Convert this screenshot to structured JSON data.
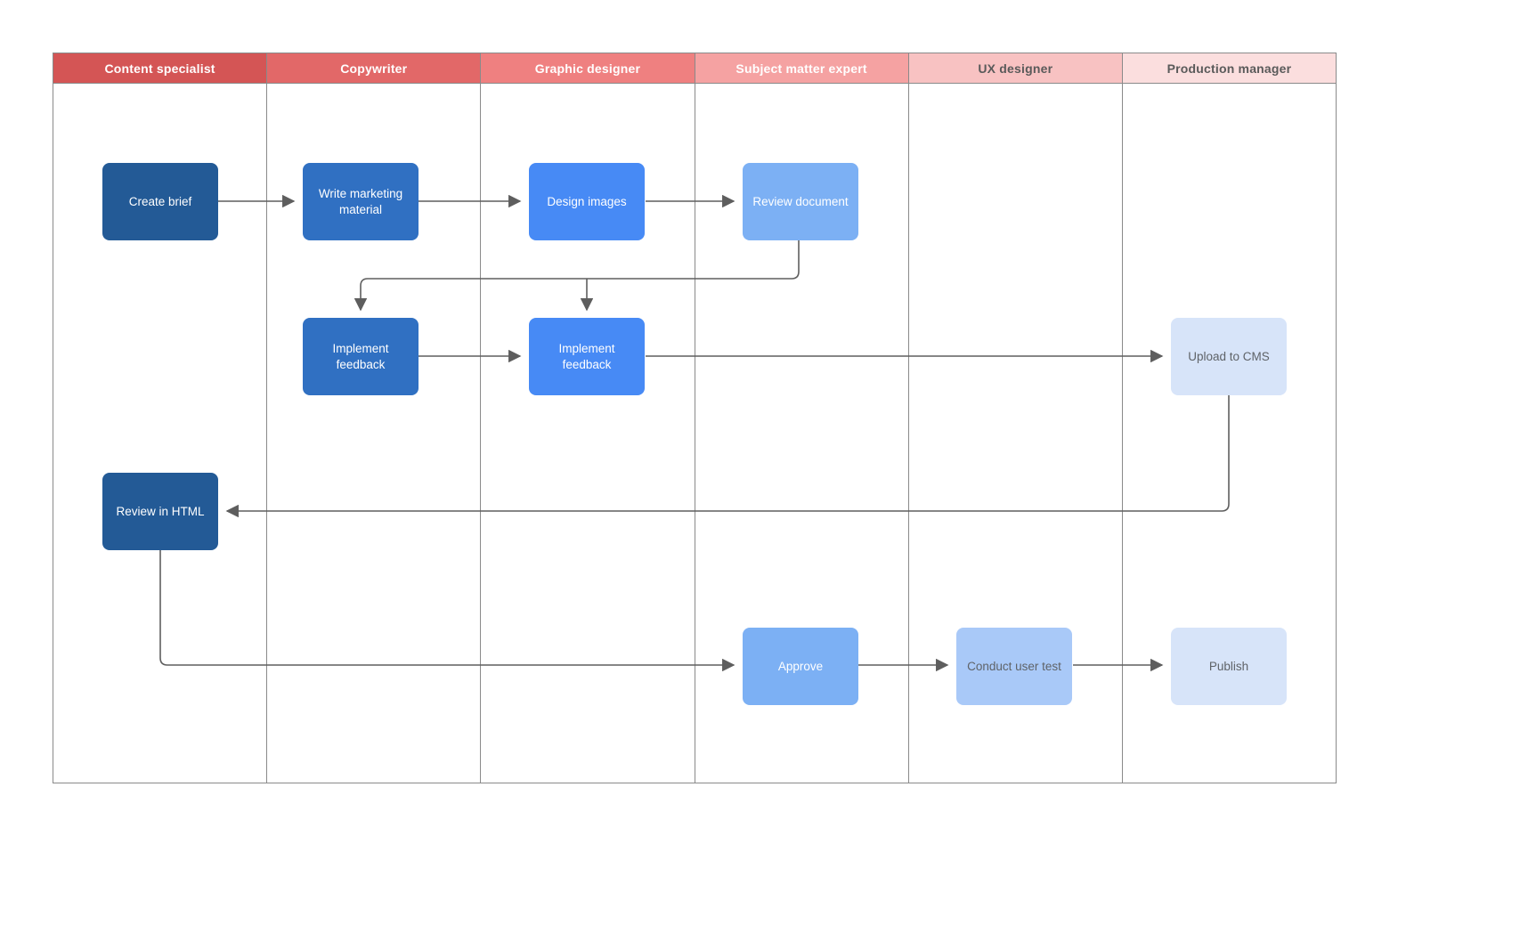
{
  "diagram": {
    "type": "swimlane-flowchart",
    "lanes": [
      {
        "label": "Content specialist",
        "header_bg": "#d45555",
        "header_text": "#ffffff"
      },
      {
        "label": "Copywriter",
        "header_bg": "#e26868",
        "header_text": "#ffffff"
      },
      {
        "label": "Graphic designer",
        "header_bg": "#ef8080",
        "header_text": "#ffffff"
      },
      {
        "label": "Subject matter expert",
        "header_bg": "#f5a2a2",
        "header_text": "#ffffff"
      },
      {
        "label": "UX designer",
        "header_bg": "#f8c2c2",
        "header_text": "#5a5a5a"
      },
      {
        "label": "Production manager",
        "header_bg": "#fbdede",
        "header_text": "#5a5a5a"
      }
    ],
    "nodes": {
      "create_brief": {
        "label": "Create brief",
        "lane": "Content specialist",
        "fill": "#235a96"
      },
      "write_marketing": {
        "label": "Write marketing material",
        "lane": "Copywriter",
        "fill": "#3070c2"
      },
      "design_images": {
        "label": "Design images",
        "lane": "Graphic designer",
        "fill": "#478af5"
      },
      "review_document": {
        "label": "Review document",
        "lane": "Subject matter expert",
        "fill": "#7cb0f4"
      },
      "implement_copy": {
        "label": "Implement feedback",
        "lane": "Copywriter",
        "fill": "#3070c2"
      },
      "implement_gd": {
        "label": "Implement feedback",
        "lane": "Graphic designer",
        "fill": "#478af5"
      },
      "upload_cms": {
        "label": "Upload to CMS",
        "lane": "Production manager",
        "fill": "#d7e4f9"
      },
      "review_html": {
        "label": "Review in HTML",
        "lane": "Content specialist",
        "fill": "#235a96"
      },
      "approve": {
        "label": "Approve",
        "lane": "Subject matter expert",
        "fill": "#7cb0f4"
      },
      "conduct_user_test": {
        "label": "Conduct user test",
        "lane": "UX designer",
        "fill": "#a9c9f8"
      },
      "publish": {
        "label": "Publish",
        "lane": "Production manager",
        "fill": "#d7e4f9"
      }
    },
    "edges": [
      {
        "from": "create_brief",
        "to": "write_marketing"
      },
      {
        "from": "write_marketing",
        "to": "design_images"
      },
      {
        "from": "design_images",
        "to": "review_document"
      },
      {
        "from": "review_document",
        "to": "implement_copy"
      },
      {
        "from": "review_document",
        "to": "implement_gd"
      },
      {
        "from": "implement_copy",
        "to": "implement_gd"
      },
      {
        "from": "implement_gd",
        "to": "upload_cms"
      },
      {
        "from": "upload_cms",
        "to": "review_html"
      },
      {
        "from": "review_html",
        "to": "approve"
      },
      {
        "from": "approve",
        "to": "conduct_user_test"
      },
      {
        "from": "conduct_user_test",
        "to": "publish"
      }
    ],
    "edge_color": "#5e5e5e"
  }
}
